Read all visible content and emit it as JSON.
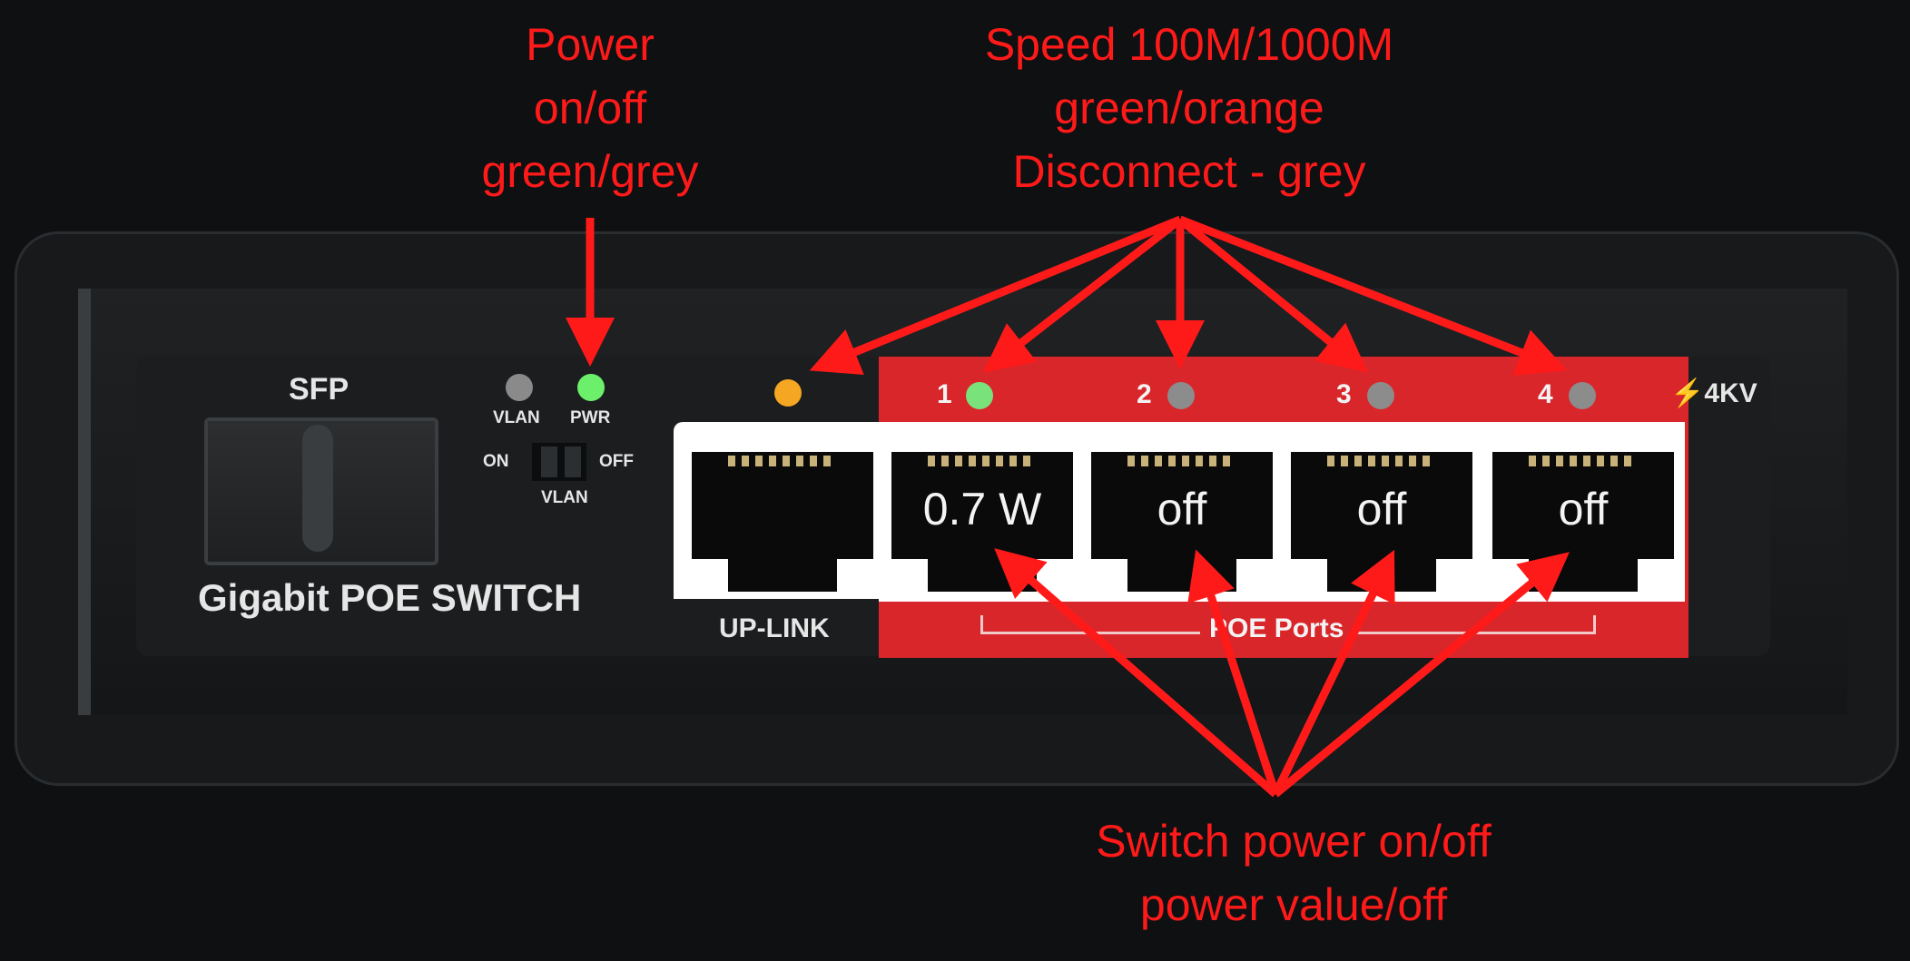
{
  "callouts": {
    "power": [
      "Power",
      "on/off",
      "green/grey"
    ],
    "speed": [
      "Speed 100M/1000M",
      "green/orange",
      "Disconnect - grey"
    ],
    "poe": [
      "Switch power on/off",
      "power value/off"
    ]
  },
  "device": {
    "sfp_label": "SFP",
    "title": "Gigabit POE SWITCH",
    "vlan_led_label": "VLAN",
    "pwr_led_label": "PWR",
    "switch_on_label": "ON",
    "switch_off_label": "OFF",
    "switch_vlan_label": "VLAN",
    "uplink_label": "UP-LINK",
    "poe_ports_label": "POE Ports",
    "surge_label": "4KV"
  },
  "leds": {
    "vlan": "grey",
    "pwr": "green",
    "uplink": "orange",
    "port1": "green",
    "port2": "grey",
    "port3": "grey",
    "port4": "grey"
  },
  "ports": [
    {
      "number": "1",
      "value": "0.7 W"
    },
    {
      "number": "2",
      "value": "off"
    },
    {
      "number": "3",
      "value": "off"
    },
    {
      "number": "4",
      "value": "off"
    }
  ],
  "colors": {
    "callout": "#ff1a1a",
    "led_green": "#6cf06c",
    "led_grey": "#8c8c8c",
    "led_orange": "#f5a623",
    "poe_zone": "#d8262b"
  }
}
